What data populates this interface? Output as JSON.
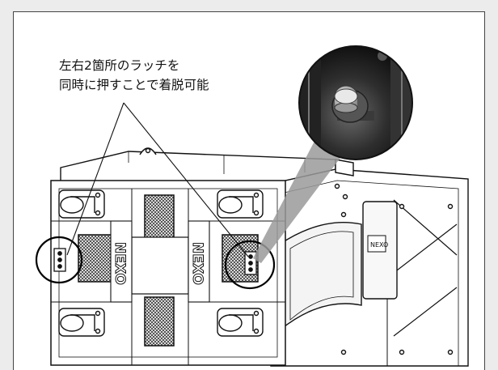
{
  "annotation": {
    "line1": "左右2箇所のラッチを",
    "line2": "同時に押すことで着脱可能"
  },
  "logo": "NEXO",
  "colors": {
    "frame_border": "#444444",
    "line": "#111111",
    "grille": "#555555",
    "zoom_dark": "#1e1e1e"
  }
}
